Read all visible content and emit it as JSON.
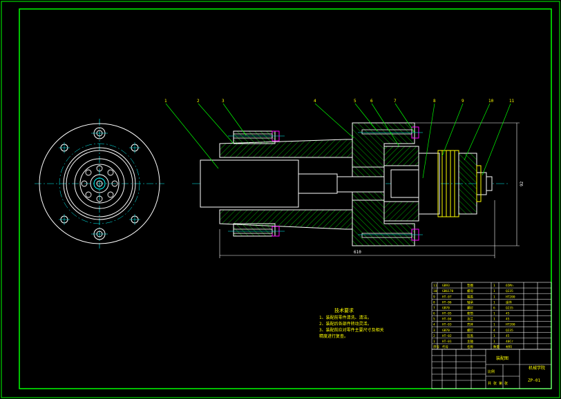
{
  "drawing": {
    "colors": {
      "background": "#000000",
      "frame": "#00ff00",
      "outline": "#ffffff",
      "centerline": "#00ffff",
      "hatch": "#00ff00",
      "leader": "#00ff00",
      "dimension": "#ffffff",
      "fastener": "#ff00ff",
      "nut": "#ffff00",
      "tech_text": "#ffff00"
    },
    "balloons": [
      "1",
      "2",
      "3",
      "4",
      "5",
      "6",
      "7",
      "8",
      "9",
      "10",
      "11"
    ],
    "dimensions": {
      "overall_length": "610",
      "overall_height": "92"
    },
    "tech_requirements": {
      "title": "技术要求",
      "items": [
        "1、装配前零件清洗、清洁。",
        "2、装配后各部件转动灵活。",
        "3、装配前应对零件主要尺寸及相关",
        "精度进行复查。"
      ]
    },
    "bom_rows": [
      {
        "no": "11",
        "code": "GB93",
        "name": "垫圈",
        "qty": "1",
        "material": "65Mn"
      },
      {
        "no": "10",
        "code": "GB6170",
        "name": "螺母",
        "qty": "1",
        "material": "Q235"
      },
      {
        "no": "9",
        "code": "HT-07",
        "name": "端盖",
        "qty": "1",
        "material": "HT200"
      },
      {
        "no": "8",
        "code": "HT-06",
        "name": "轴承",
        "qty": "1",
        "material": "组件"
      },
      {
        "no": "7",
        "code": "GB70",
        "name": "螺钉",
        "qty": "6",
        "material": "Q235"
      },
      {
        "no": "6",
        "code": "HT-05",
        "name": "套筒",
        "qty": "1",
        "material": "45"
      },
      {
        "no": "5",
        "code": "HT-04",
        "name": "法兰",
        "qty": "1",
        "material": "45"
      },
      {
        "no": "4",
        "code": "HT-03",
        "name": "壳体",
        "qty": "1",
        "material": "HT200"
      },
      {
        "no": "3",
        "code": "GB70",
        "name": "螺钉",
        "qty": "4",
        "material": "Q235"
      },
      {
        "no": "2",
        "code": "HT-02",
        "name": "压盖",
        "qty": "1",
        "material": "45"
      },
      {
        "no": "1",
        "code": "HT-01",
        "name": "主轴",
        "qty": "1",
        "material": "40Cr"
      }
    ],
    "bom_header": {
      "no": "序号",
      "code": "代号",
      "name": "名称",
      "qty": "数量",
      "material": "材料"
    },
    "title_block": {
      "drawing_name": "装配图",
      "company": "机械学院",
      "drawing_no": "ZP-01",
      "scale_label": "比例",
      "sheet_label": "共 张 第 张"
    }
  }
}
